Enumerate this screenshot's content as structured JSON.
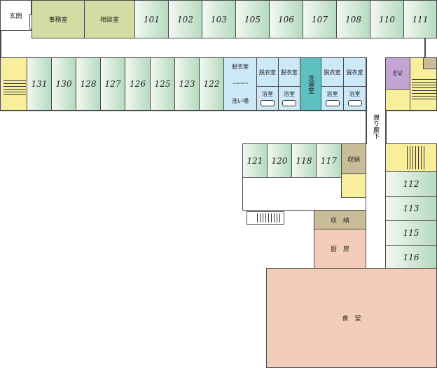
{
  "top_row": {
    "entrance": "玄関",
    "office": "事務室",
    "consultation": "相談室",
    "rooms": [
      "101",
      "102",
      "103",
      "105",
      "106",
      "107",
      "108",
      "110",
      "111"
    ]
  },
  "second_row": {
    "rooms": [
      "131",
      "130",
      "128",
      "127",
      "126",
      "125",
      "123",
      "122"
    ],
    "dressing_wash": {
      "top": "脱衣室",
      "bottom": "洗い場"
    },
    "baths": [
      {
        "top": "脱衣室",
        "bottom": "浴室"
      },
      {
        "top": "脱衣室",
        "bottom": "浴室"
      },
      {
        "top": "脱衣室",
        "bottom": "浴室"
      },
      {
        "top": "脱衣室",
        "bottom": "浴室"
      }
    ],
    "laundry": "洗濯室",
    "elevator": "EV"
  },
  "corridor": "渡り廊下",
  "middle": {
    "rooms": [
      "121",
      "120",
      "118",
      "117"
    ],
    "storage": "収納"
  },
  "right_column": {
    "rooms": [
      "112",
      "113",
      "115",
      "116"
    ]
  },
  "lower": {
    "storage": "収　納",
    "kitchen": "厨　房",
    "dining": "食　堂"
  }
}
